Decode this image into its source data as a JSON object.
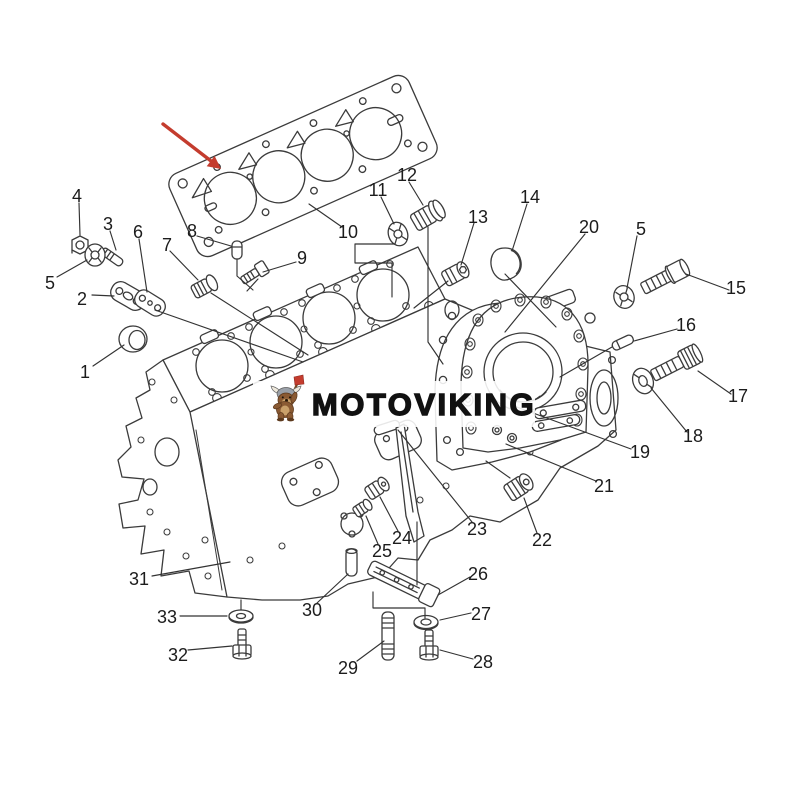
{
  "brand": {
    "name": "MOTOVIKING",
    "mascot": "viking-dog-mascot"
  },
  "diagram": {
    "type": "exploded-parts-diagram",
    "subject": "engine-cylinder-block-assembly",
    "highlight": {
      "style": "red-arrow",
      "arrow_color": "#c43c2e"
    }
  },
  "colors": {
    "background": "#ffffff",
    "line": "#3b3b3b",
    "label_text": "#1c1c1c",
    "watermark_text": "#111111",
    "watermark_band": "rgba(255,255,255,0.88)",
    "arrow_red": "#c43c2e"
  },
  "callouts": [
    "1",
    "2",
    "3",
    "4",
    "5",
    "6",
    "7",
    "8",
    "9",
    "10",
    "11",
    "12",
    "13",
    "14",
    "15",
    "16",
    "17",
    "18",
    "19",
    "20",
    "21",
    "22",
    "23",
    "24",
    "25",
    "26",
    "27",
    "28",
    "29",
    "30",
    "31",
    "32",
    "33",
    "5"
  ]
}
